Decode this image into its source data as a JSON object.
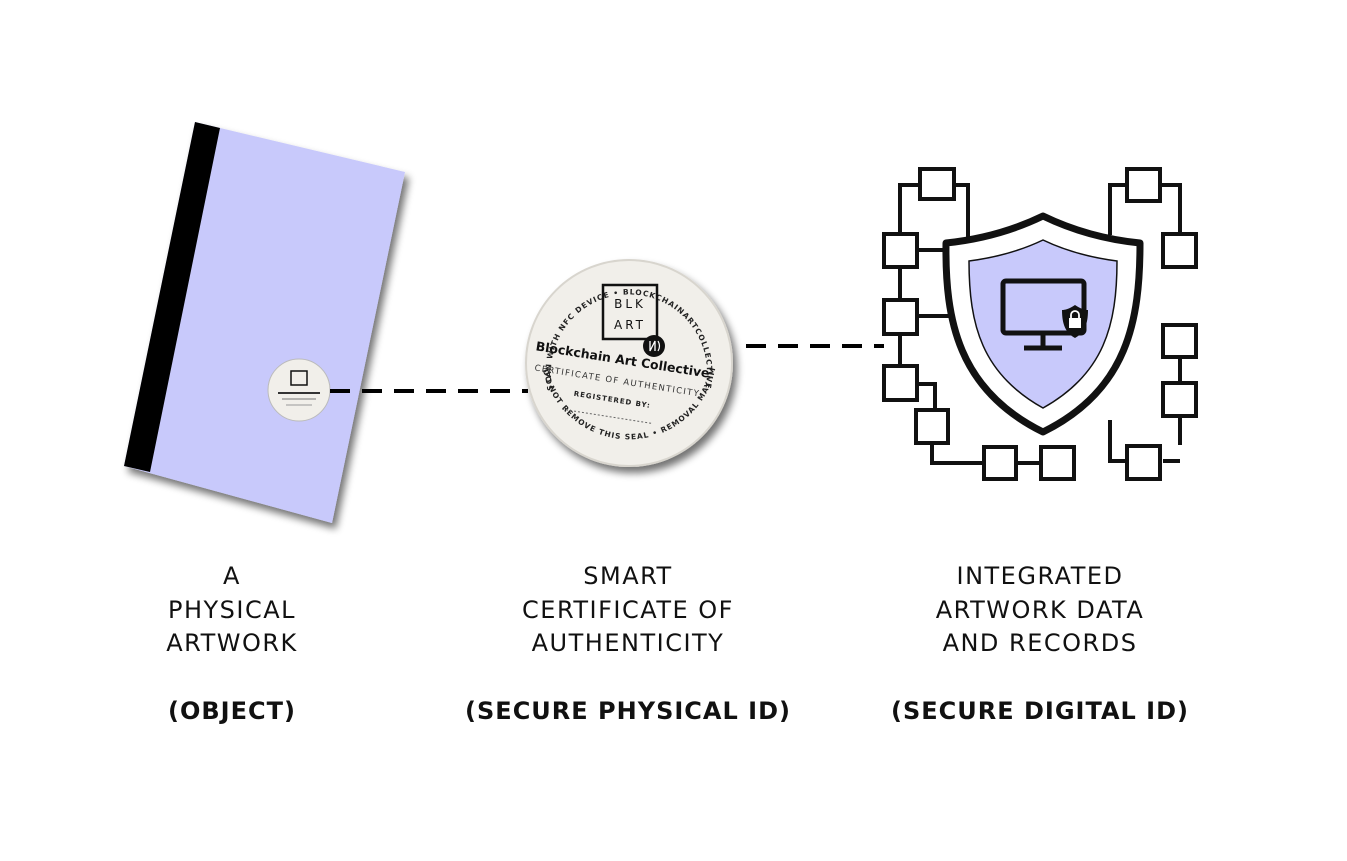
{
  "colors": {
    "artwork_face": "#c8c9fb",
    "artwork_spine": "#000000",
    "shield_fill": "#c8c9fb",
    "seal_fill": "#f1efea",
    "ink": "#111111"
  },
  "columns": [
    {
      "lines": [
        "A",
        "PHYSICAL",
        "ARTWORK"
      ],
      "sub": "(OBJECT)"
    },
    {
      "lines": [
        "SMART",
        "CERTIFICATE OF",
        "AUTHENTICITY"
      ],
      "sub": "(SECURE PHYSICAL ID)"
    },
    {
      "lines": [
        "INTEGRATED",
        "ARTWORK DATA",
        "AND RECORDS"
      ],
      "sub": "(SECURE DIGITAL ID)"
    }
  ],
  "seal": {
    "logo_top": "BLK",
    "logo_bottom": "ART",
    "org": "Blockchain Art Collective",
    "certificate": "CERTIFICATE OF AUTHENTICITY",
    "registered": "REGISTERED BY:",
    "ring_top": "SCAN WITH NFC DEVICE • BLOCKCHAINARTCOLLECTIVE.COM/APP",
    "ring_bottom": "DO NOT REMOVE THIS SEAL • REMOVAL MAY IMPACT VALUE"
  },
  "icons": {
    "artwork": "canvas-icon",
    "seal": "nfc-seal-icon",
    "nfc": "nfc-icon",
    "shield": "shield-icon",
    "monitor": "monitor-icon",
    "lock": "lock-icon",
    "network": "blockchain-network-icon"
  }
}
